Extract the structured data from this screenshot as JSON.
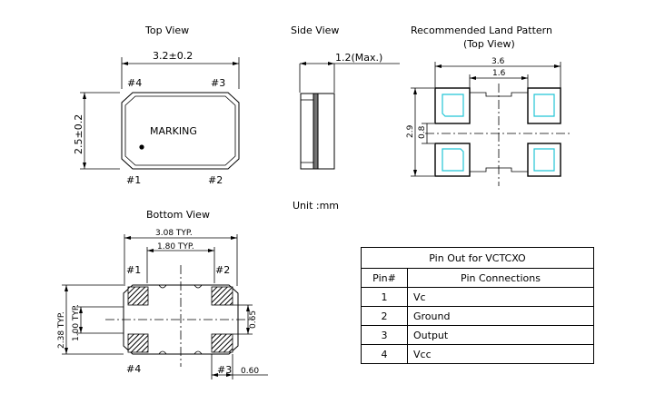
{
  "top_view": {
    "title": "Top View",
    "width_dim": "3.2±0.2",
    "height_dim": "2.5±0.2",
    "marking": "MARKING",
    "pins": [
      "#1",
      "#2",
      "#3",
      "#4"
    ]
  },
  "side_view": {
    "title": "Side View",
    "height_dim": "1.2(Max.)"
  },
  "land_pattern": {
    "title": "Recommended Land Pattern",
    "subtitle": "(Top View)",
    "dim_outer_w": "3.6",
    "dim_inner_w": "1.6",
    "dim_outer_h": "2.9",
    "dim_inner_h": "0.8"
  },
  "unit_note": "Unit :mm",
  "bottom_view": {
    "title": "Bottom View",
    "dim_w_typ": "3.08 TYP.",
    "dim_inner_typ": "1.80 TYP.",
    "dim_h_typ": "2.38 TYP.",
    "dim_inner_h_typ": "1.00 TYP.",
    "dim_pad_h": "0.65",
    "dim_pad_w": "0.60",
    "pins": [
      "#1",
      "#2",
      "#3",
      "#4"
    ]
  },
  "pin_table": {
    "title": "Pin Out for VCTCXO",
    "col_pin": "Pin#",
    "col_conn": "Pin Connections",
    "rows": [
      {
        "pin": "1",
        "conn": "Vc"
      },
      {
        "pin": "2",
        "conn": "Ground"
      },
      {
        "pin": "3",
        "conn": "Output"
      },
      {
        "pin": "4",
        "conn": "Vcc"
      }
    ]
  }
}
